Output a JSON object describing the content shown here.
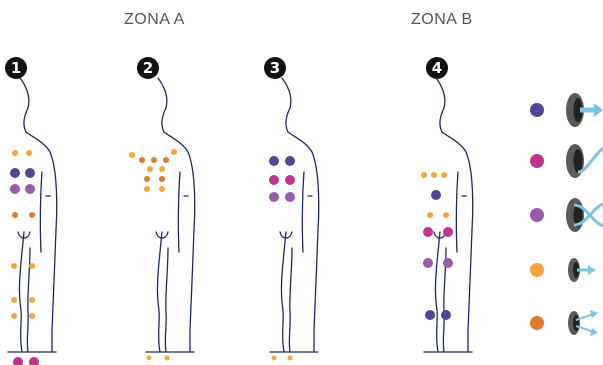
{
  "zones": [
    {
      "label": "ZONA A"
    },
    {
      "label": "ZONA B"
    }
  ],
  "panels": [
    {
      "number": "1"
    },
    {
      "number": "2"
    },
    {
      "number": "3"
    },
    {
      "number": "4"
    }
  ],
  "legend": [
    {
      "color": "#4f4599",
      "icon": "straight-flow-arrow-icon"
    },
    {
      "color": "#c0338e",
      "icon": "swirl-flow-icon"
    },
    {
      "color": "#9a5ba8",
      "icon": "crossing-flow-icon"
    },
    {
      "color": "#f5a53a",
      "icon": "small-straight-arrow-icon"
    },
    {
      "color": "#e07b2b",
      "icon": "split-arrows-icon"
    }
  ],
  "colors": {
    "outline": "#1f2a5a",
    "nozzle_outer": "#555555",
    "nozzle_inner": "#222222",
    "arrow": "#7fc3e2"
  }
}
